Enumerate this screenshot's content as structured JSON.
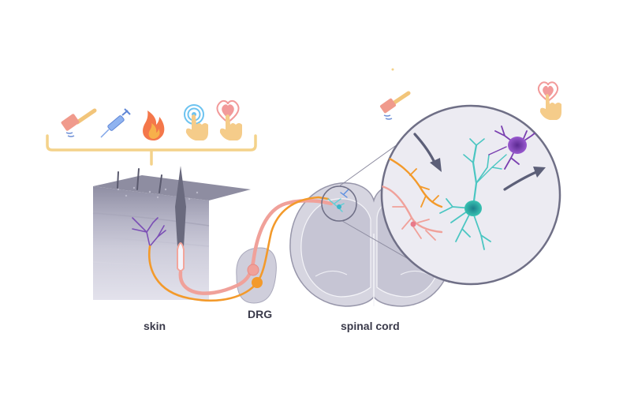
{
  "labels": {
    "skin": "skin",
    "drg": "DRG",
    "spinal_cord": "spinal cord"
  },
  "stimuli_icons": [
    "hammer-icon",
    "syringe-icon",
    "flame-icon",
    "touch-ripple-icon",
    "heart-touch-icon"
  ],
  "zoom_icons": [
    "hammer-icon",
    "heart-touch-icon"
  ],
  "colors": {
    "pain_fiber": "#f39a2b",
    "touch_fiber": "#f0a19a",
    "bracket": "#f4d28a",
    "skin_top": "#9b9aad",
    "skin_bottom": "#d9d8e6",
    "spinal_cord": "#d8d8e2",
    "magnifier_border": "#6f6f86",
    "interneuron": "#2fb8b0",
    "projection_neuron": "#7a3fb0",
    "arrow": "#5c5f78"
  }
}
